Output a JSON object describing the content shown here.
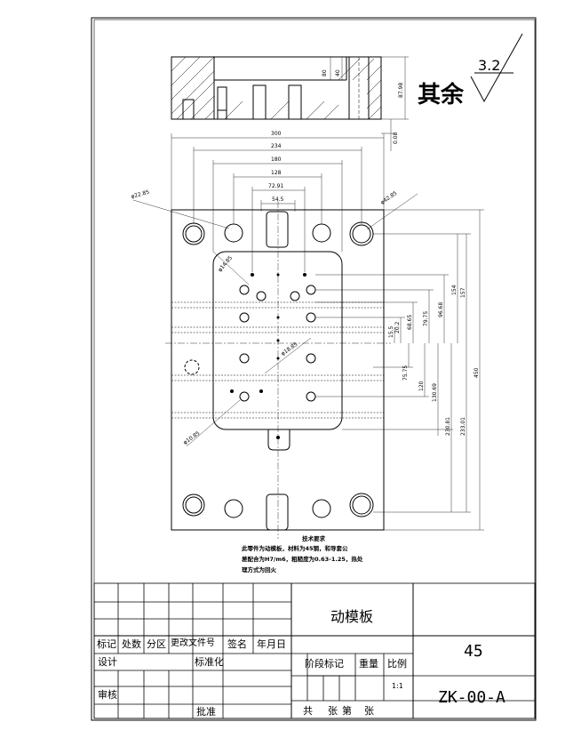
{
  "drawing": {
    "part_name": "动模板",
    "quantity": "45",
    "drawing_number": "ZK-00-A",
    "scale": "1:1",
    "surface_finish": {
      "prefix": "其余",
      "value": "3.2"
    }
  },
  "title_block": {
    "labels": {
      "mark": "标记",
      "count": "处数",
      "zone": "分区",
      "change_doc": "更改文件号",
      "signature": "签名",
      "date": "年月日",
      "design": "设计",
      "standardize": "标准化",
      "review": "审核",
      "approve": "批准",
      "stage_mark": "阶段标记",
      "weight": "重量",
      "ratio": "比例",
      "total": "共",
      "sheets": "张",
      "sheet_no": "第",
      "sheet": "张"
    }
  },
  "tech_requirements": {
    "title": "技术要求",
    "lines": [
      "此零件为动模板，材料为45钢，和导套公",
      "差配合为H7/m6，粗糙度为0.63-1.25，热处",
      "理方式为回火"
    ]
  },
  "dimensions": {
    "horizontal": [
      "300",
      "234",
      "180",
      "128",
      "72.91",
      "54.5"
    ],
    "vertical_right": [
      "157",
      "154",
      "96.68",
      "79.75",
      "68.65",
      "20.2",
      "15.5",
      "75.75",
      "120",
      "130.69",
      "230.81",
      "233.01",
      "450"
    ],
    "side_view": [
      "80",
      "40",
      "87.98",
      "0.08"
    ],
    "hole_notes": [
      "φ22.85",
      "φ42.85",
      "φ14.85",
      "φ18.85",
      "φ10.85"
    ]
  }
}
